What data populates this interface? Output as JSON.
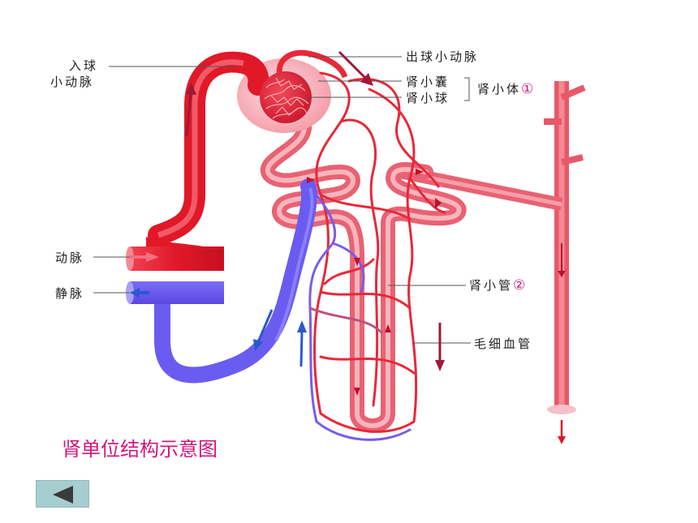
{
  "labels": {
    "afferent_line1": "入球",
    "afferent_line2": "小动脉",
    "efferent": "出球小动脉",
    "capsule": "肾小囊",
    "glomerulus": "肾小球",
    "renal_corpuscle": "肾小体",
    "renal_corpuscle_num": "①",
    "artery": "动脉",
    "vein": "静脉",
    "tubule": "肾小管",
    "tubule_num": "②",
    "capillary": "毛细血管"
  },
  "caption": "肾单位结构示意图",
  "nav": {
    "back_icon": "triangle-left-icon"
  },
  "colors": {
    "artery_red": "#e8283a",
    "vein_blue": "#6a5cf0",
    "tubule_pink": "#e86272",
    "capsule_pink": "#f5a3ad",
    "caption_magenta": "#d4147a",
    "button_teal": "#a6cdd0"
  }
}
